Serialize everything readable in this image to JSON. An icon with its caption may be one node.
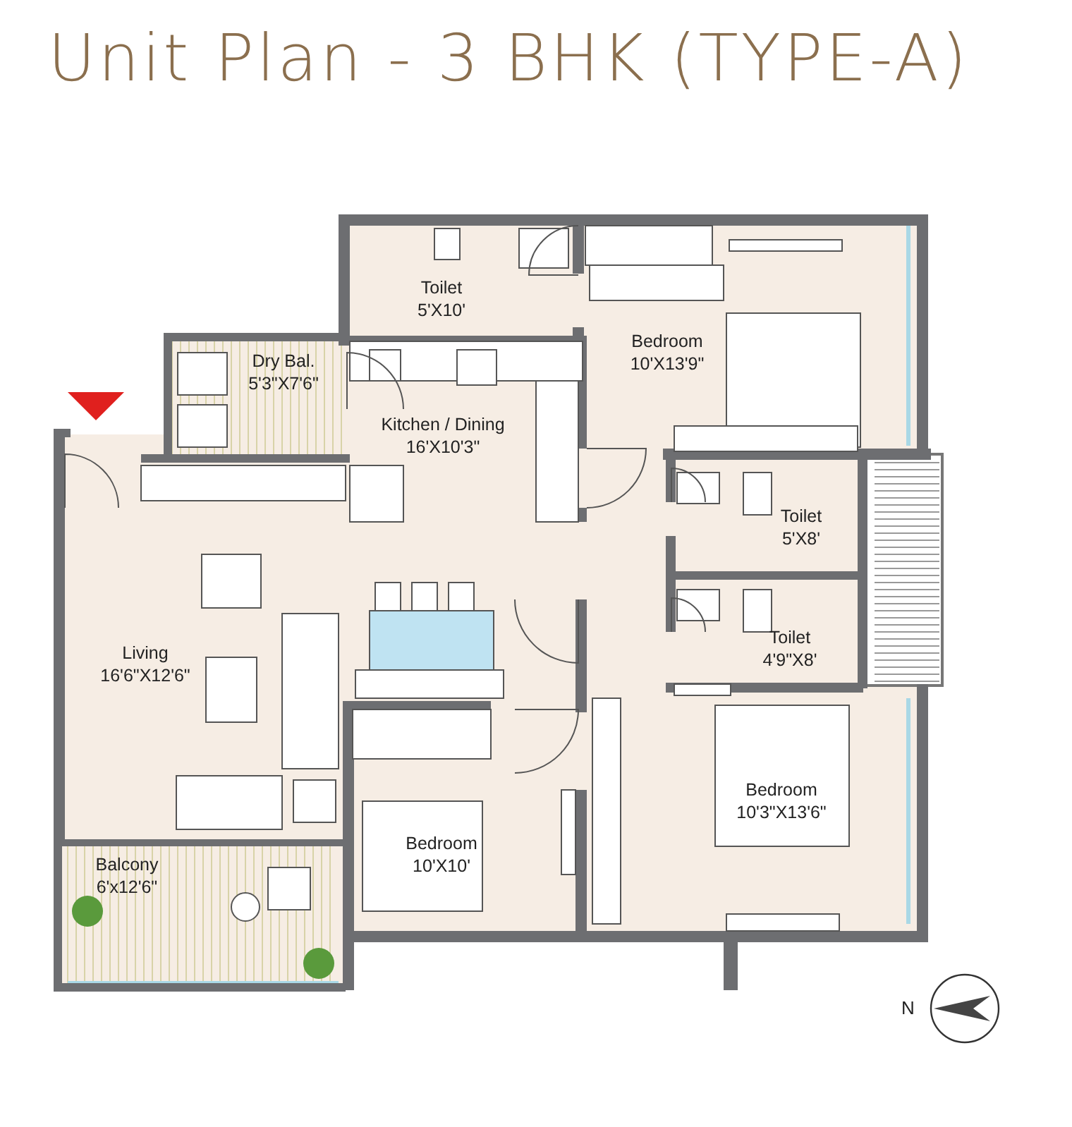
{
  "diagram": {
    "title": "Unit Plan - 3 BHK (TYPE-A)",
    "nodes": [
      {
        "text": [
          "Toilet",
          "5'X10'"
        ]
      },
      {
        "text": [
          "Bedroom",
          "10'X13'9\""
        ]
      },
      {
        "text": [
          "Dry Bal.",
          "5'3\"X7'6\""
        ]
      },
      {
        "text": [
          "Kitchen / Dining",
          "16'X10'3\""
        ]
      },
      {
        "text": [
          "Toilet",
          "5'X8'"
        ]
      },
      {
        "text": [
          "Toilet",
          "4'9\"X8'"
        ]
      },
      {
        "text": [
          "Living",
          "16'6\"X12'6\""
        ]
      },
      {
        "text": [
          "Bedroom",
          "10'3\"X13'6\""
        ]
      },
      {
        "text": [
          "Bedroom",
          "10'X10'"
        ]
      },
      {
        "text": [
          "Balcony",
          "6'x12'6\""
        ]
      }
    ],
    "labels": [
      "N"
    ]
  }
}
